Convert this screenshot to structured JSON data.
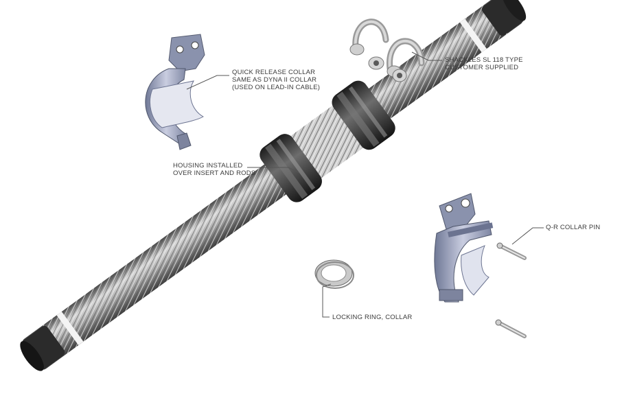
{
  "callouts": {
    "collar": {
      "line1": "QUICK RELEASE COLLAR",
      "line2": "SAME AS DYNA II COLLAR",
      "line3": "(USED ON LEAD-IN CABLE)"
    },
    "shackles": {
      "line1": "SHACKLES SL 118 TYPE",
      "line2": "CUSTOMER SUPPLIED"
    },
    "housing": {
      "line1": "HOUSING INSTALLED",
      "line2": "OVER INSERT AND RODS"
    },
    "collar_pin": {
      "line1": "Q-R COLLAR PIN"
    },
    "locking_ring": {
      "line1": "LOCKING RING, COLLAR"
    }
  },
  "colors": {
    "rod_dark": "#2a2a2a",
    "rod_mid": "#8c8c8c",
    "rod_light": "#d9d9d9",
    "steel_blue": "#9aa3bd",
    "leader_line": "#555555",
    "label_text": "#3a3a3a"
  }
}
